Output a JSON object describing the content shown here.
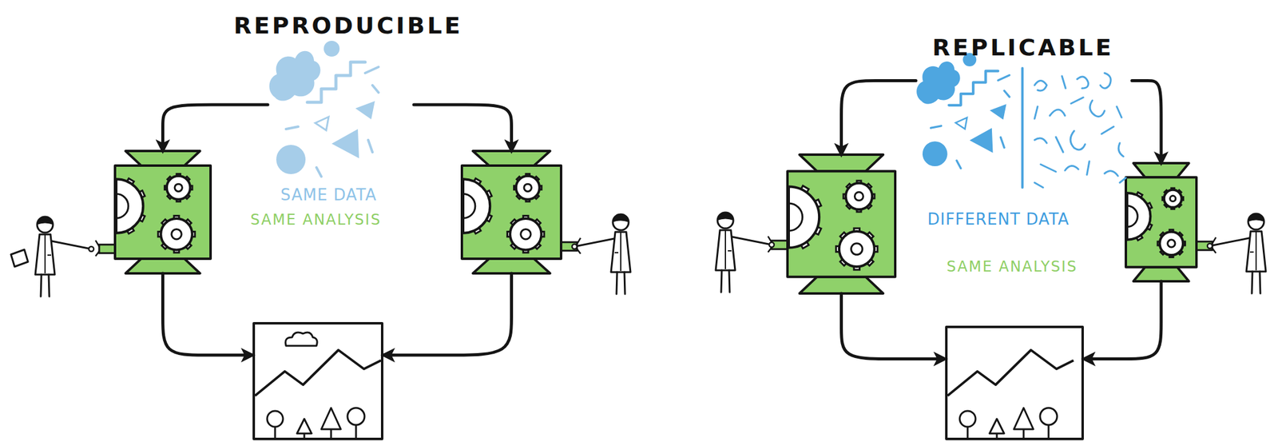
{
  "diagram": {
    "nodes": [
      {
        "text": [
          "SAME DATA"
        ]
      },
      {
        "text": []
      },
      {
        "text": []
      },
      {
        "text": []
      },
      {
        "text": [
          "DIFFERENT DATA"
        ]
      },
      {
        "text": []
      },
      {
        "text": []
      },
      {
        "text": []
      }
    ],
    "edges": [
      {
        "from": 0,
        "to": 1,
        "arrow": "to"
      },
      {
        "from": 0,
        "to": 2,
        "arrow": "to"
      },
      {
        "from": 1,
        "to": 3,
        "arrow": "to"
      },
      {
        "from": 2,
        "to": 3,
        "arrow": "to"
      },
      {
        "from": 4,
        "to": 5,
        "arrow": "to"
      },
      {
        "from": 4,
        "to": 6,
        "arrow": "to"
      },
      {
        "from": 5,
        "to": 7,
        "arrow": "to"
      },
      {
        "from": 6,
        "to": 7,
        "arrow": "to"
      }
    ],
    "labels": [
      "REPRODUCIBLE",
      "SAME ANALYSIS",
      "REPLICABLE",
      "SAME ANALYSIS"
    ]
  }
}
